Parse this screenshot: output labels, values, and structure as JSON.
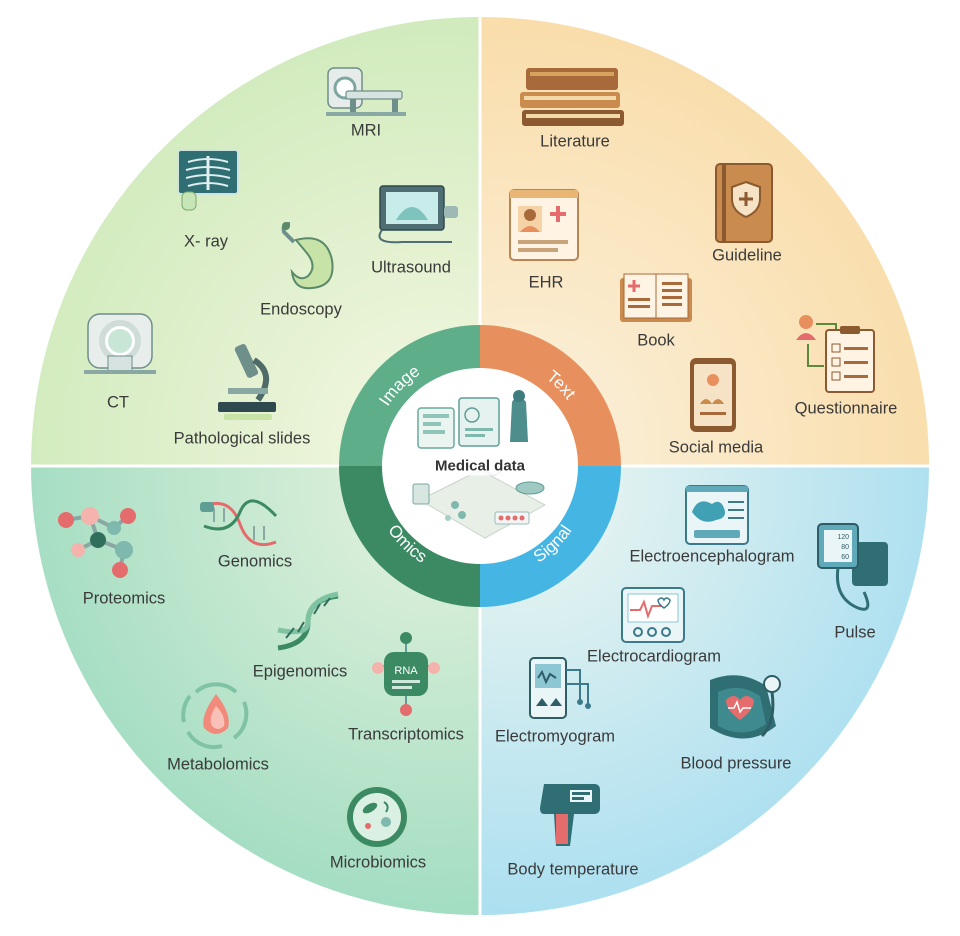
{
  "center": {
    "title": "Medical data"
  },
  "categories": {
    "image": "Image",
    "text": "Text",
    "omics": "Omics",
    "signal": "Signal"
  },
  "image_items": {
    "mri": "MRI",
    "xray": "X- ray",
    "ultrasound": "Ultrasound",
    "endoscopy": "Endoscopy",
    "ct": "CT",
    "pathology": "Pathological slides"
  },
  "text_items": {
    "literature": "Literature",
    "ehr": "EHR",
    "guideline": "Guideline",
    "book": "Book",
    "questionnaire": "Questionnaire",
    "social_media": "Social media"
  },
  "omics_items": {
    "proteomics": "Proteomics",
    "genomics": "Genomics",
    "epigenomics": "Epigenomics",
    "transcriptomics": "Transcriptomics",
    "metabolomics": "Metabolomics",
    "microbiomics": "Microbiomics",
    "rna_tag": "RNA"
  },
  "signal_items": {
    "eeg": "Electroencephalogram",
    "pulse": "Pulse",
    "ecg": "Electrocardiogram",
    "emg": "Electromyogram",
    "blood_pressure": "Blood pressure",
    "body_temperature": "Body temperature",
    "monitor_readings": [
      "120",
      "80",
      "60"
    ]
  },
  "colors": {
    "image_quadrant": "#d9efc6",
    "text_quadrant": "#fbe3b8",
    "omics_quadrant": "#c4e8d6",
    "signal_quadrant": "#c3e7ef",
    "image_ring": "#5fae8a",
    "text_ring": "#e88f5e",
    "omics_ring": "#3b8a64",
    "signal_ring": "#45b5e3"
  }
}
